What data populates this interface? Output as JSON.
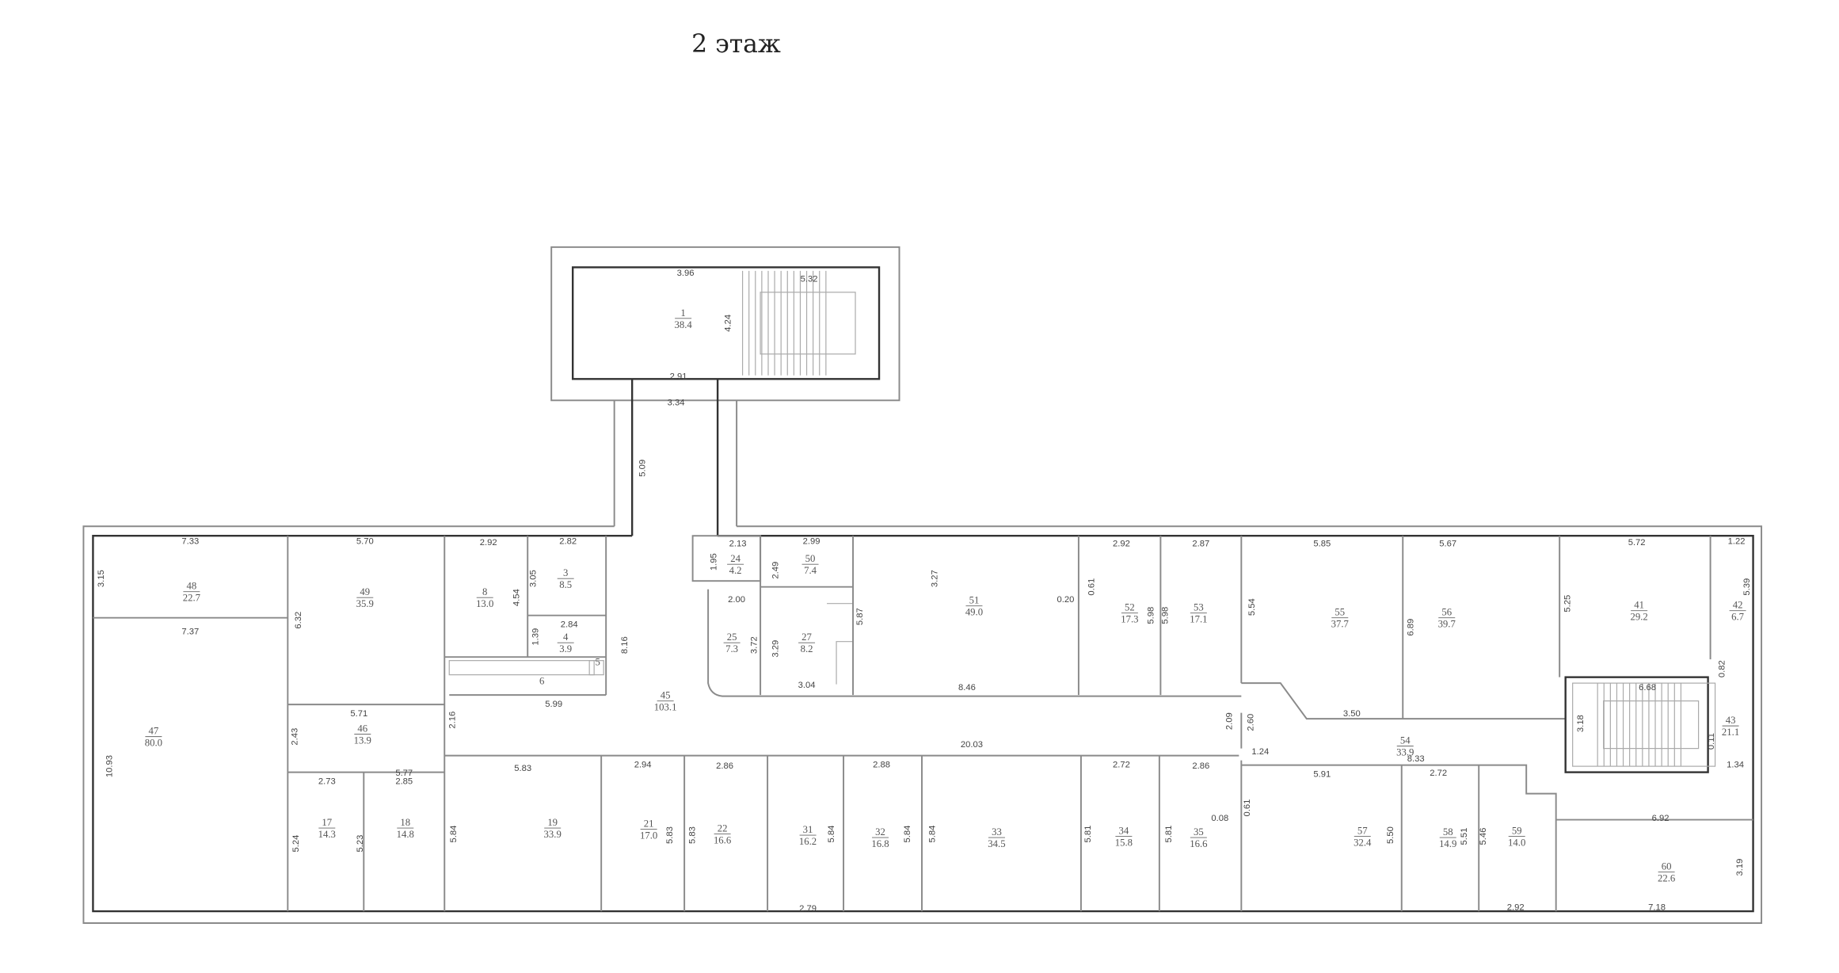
{
  "title": "2 этаж",
  "rooms": [
    {
      "number": "1",
      "area": "38.4"
    },
    {
      "number": "48",
      "area": "22.7"
    },
    {
      "number": "49",
      "area": "35.9"
    },
    {
      "number": "8",
      "area": "13.0"
    },
    {
      "number": "3",
      "area": "8.5"
    },
    {
      "number": "4",
      "area": "3.9"
    },
    {
      "number": "5",
      "area": ""
    },
    {
      "number": "6",
      "area": ""
    },
    {
      "number": "45",
      "area": "103.1"
    },
    {
      "number": "47",
      "area": "80.0"
    },
    {
      "number": "46",
      "area": "13.9"
    },
    {
      "number": "17",
      "area": "14.3"
    },
    {
      "number": "18",
      "area": "14.8"
    },
    {
      "number": "19",
      "area": "33.9"
    },
    {
      "number": "21",
      "area": "17.0"
    },
    {
      "number": "22",
      "area": "16.6"
    },
    {
      "number": "31",
      "area": "16.2"
    },
    {
      "number": "32",
      "area": "16.8"
    },
    {
      "number": "33",
      "area": "34.5"
    },
    {
      "number": "34",
      "area": "15.8"
    },
    {
      "number": "35",
      "area": "16.6"
    },
    {
      "number": "24",
      "area": "4.2"
    },
    {
      "number": "50",
      "area": "7.4"
    },
    {
      "number": "25",
      "area": "7.3"
    },
    {
      "number": "27",
      "area": "8.2"
    },
    {
      "number": "51",
      "area": "49.0"
    },
    {
      "number": "52",
      "area": "17.3"
    },
    {
      "number": "53",
      "area": "17.1"
    },
    {
      "number": "55",
      "area": "37.7"
    },
    {
      "number": "56",
      "area": "39.7"
    },
    {
      "number": "41",
      "area": "29.2"
    },
    {
      "number": "42",
      "area": "6.7"
    },
    {
      "number": "43",
      "area": "21.1"
    },
    {
      "number": "54",
      "area": "33.9"
    },
    {
      "number": "57",
      "area": "32.4"
    },
    {
      "number": "58",
      "area": "14.9"
    },
    {
      "number": "59",
      "area": "14.0"
    },
    {
      "number": "60",
      "area": "22.6"
    }
  ],
  "dimensions": [
    "3.96",
    "5.32",
    "4.24",
    "2.91",
    "3.34",
    "5.09",
    "7.33",
    "3.15",
    "5.70",
    "2.92",
    "2.82",
    "3.05",
    "4.54",
    "6.32",
    "7.37",
    "2.84",
    "1.39",
    "8.16",
    "5.99",
    "5.71",
    "2.16",
    "2.43",
    "10.93",
    "5.83",
    "2.94",
    "2.73",
    "5.77",
    "2.85",
    "5.24",
    "5.23",
    "5.84",
    "5.83",
    "5.83",
    "2.13",
    "2.99",
    "1.95",
    "2.49",
    "2.00",
    "3.27",
    "3.72",
    "3.29",
    "3.04",
    "5.87",
    "8.46",
    "0.20",
    "0.61",
    "2.92",
    "2.87",
    "5.98",
    "5.98",
    "5.54",
    "2.86",
    "2.88",
    "20.03",
    "2.72",
    "2.86",
    "2.09",
    "2.60",
    "1.24",
    "0.08",
    "0.61",
    "5.84",
    "5.84",
    "5.84",
    "5.81",
    "5.81",
    "2.79",
    "5.85",
    "5.67",
    "5.72",
    "1.22",
    "5.39",
    "6.89",
    "5.25",
    "0.82",
    "3.50",
    "6.68",
    "3.18",
    "0.11",
    "1.34",
    "8.33",
    "5.91",
    "2.72",
    "6.92",
    "5.50",
    "5.51",
    "5.46",
    "3.19",
    "2.92",
    "7.18"
  ]
}
